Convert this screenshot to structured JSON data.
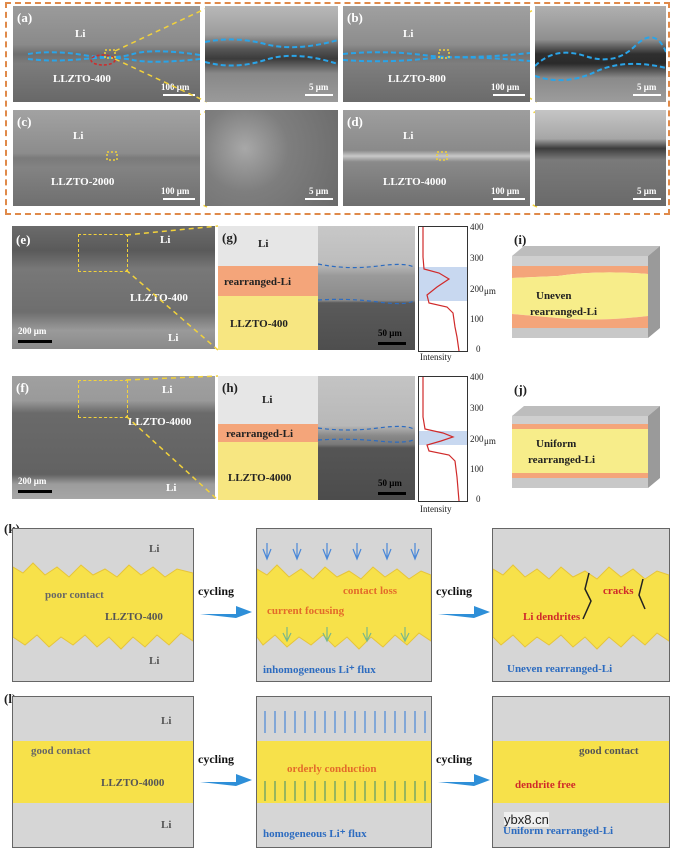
{
  "top_panels": {
    "a": {
      "label": "(a)",
      "li": "Li",
      "sample": "LLZTO-400",
      "scale_main": "100 μm",
      "scale_zoom": "5 μm"
    },
    "b": {
      "label": "(b)",
      "li": "Li",
      "sample": "LLZTO-800",
      "scale_main": "100 μm",
      "scale_zoom": "5 μm"
    },
    "c": {
      "label": "(c)",
      "li": "Li",
      "sample": "LLZTO-2000",
      "scale_main": "100 μm",
      "scale_zoom": "5 μm"
    },
    "d": {
      "label": "(d)",
      "li": "Li",
      "sample": "LLZTO-4000",
      "scale_main": "100 μm",
      "scale_zoom": "5 μm"
    }
  },
  "mid_panels": {
    "e": {
      "label": "(e)",
      "li_top": "Li",
      "sample": "LLZTO-400",
      "li_bottom": "Li",
      "scale": "200 μm"
    },
    "f": {
      "label": "(f)",
      "li_top": "Li",
      "sample": "LLZTO-4000",
      "li_bottom": "Li",
      "scale": "200 μm"
    },
    "g": {
      "label": "(g)",
      "li": "Li",
      "rearranged": "rearranged-Li",
      "sample": "LLZTO-400",
      "scale": "50 μm"
    },
    "h": {
      "label": "(h)",
      "li": "Li",
      "rearranged": "rearranged-Li",
      "sample": "LLZTO-4000",
      "scale": "50 μm"
    },
    "i": {
      "label": "(i)",
      "text_line1": "Uneven",
      "text_line2": "rearranged-Li"
    },
    "j": {
      "label": "(j)",
      "text_line1": "Uniform",
      "text_line2": "rearranged-Li"
    }
  },
  "profile_axis": {
    "unit": "μm",
    "xlabel": "Intensity",
    "ticks": [
      "400",
      "300",
      "200",
      "100",
      "0"
    ]
  },
  "schematic_k": {
    "label": "(k)",
    "box1": {
      "li_top": "Li",
      "contact": "poor contact",
      "sample": "LLZTO-400",
      "li_bottom": "Li"
    },
    "arrow1": "cycling",
    "box2": {
      "contact_loss": "contact loss",
      "focusing": "current focusing",
      "flux": "inhomogeneous Li⁺ flux"
    },
    "arrow2": "cycling",
    "box3": {
      "cracks": "cracks",
      "dendrites": "Li dendrites",
      "caption": "Uneven rearranged-Li"
    }
  },
  "schematic_l": {
    "label": "(l)",
    "box1": {
      "li_top": "Li",
      "contact": "good contact",
      "sample": "LLZTO-4000",
      "li_bottom": "Li"
    },
    "arrow1": "cycling",
    "box2": {
      "conduction": "orderly conduction",
      "flux": "homogeneous Li⁺ flux"
    },
    "arrow2": "cycling",
    "box3": {
      "contact": "good contact",
      "free": "dendrite free",
      "caption": "Uniform rearranged-Li"
    }
  },
  "watermark": "ybx8.cn",
  "colors": {
    "frame": "#e08a4a",
    "yellow": "#f7e04a",
    "salmon": "#f4a57a",
    "dash_yellow": "#f2d23b",
    "dash_blue": "#2aa4e8",
    "arrow_blue": "#2e8fd8"
  }
}
